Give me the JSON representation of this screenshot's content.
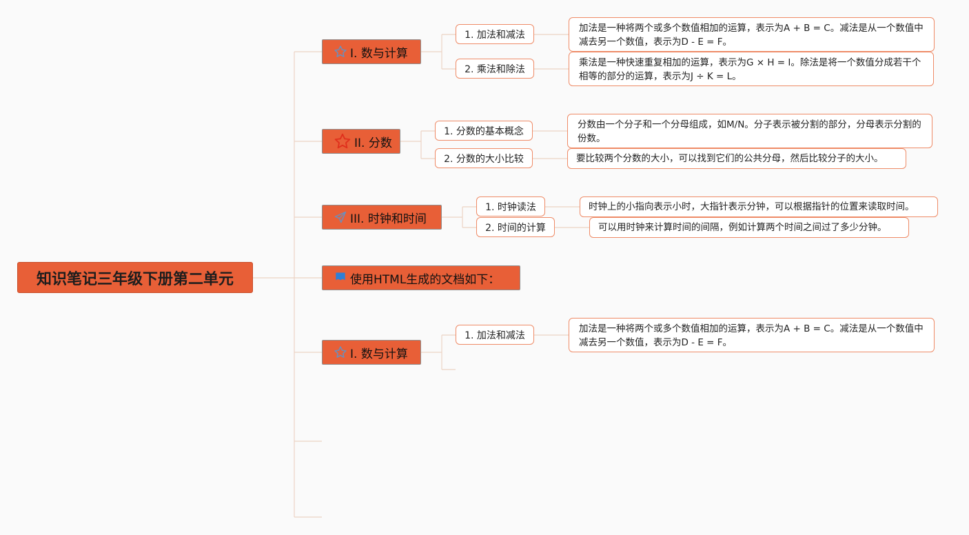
{
  "root": "知识笔记三年级下册第二单元",
  "branches": [
    {
      "icon": "star-outline-icon",
      "title": "I. 数与计算",
      "subs": [
        {
          "label": "1. 加法和减法",
          "desc": "加法是一种将两个或多个数值相加的运算，表示为A + B = C。减法是从一个数值中减去另一个数值，表示为D - E = F。"
        },
        {
          "label": "2. 乘法和除法",
          "desc": "乘法是一种快速重复相加的运算，表示为G × H = I。除法是将一个数值分成若干个相等的部分的运算，表示为J ÷ K = L。"
        }
      ]
    },
    {
      "icon": "star-red-icon",
      "title": "II. 分数",
      "subs": [
        {
          "label": "1. 分数的基本概念",
          "desc": "分数由一个分子和一个分母组成，如M/N。分子表示被分割的部分，分母表示分割的份数。"
        },
        {
          "label": "2. 分数的大小比较",
          "desc": "要比较两个分数的大小，可以找到它们的公共分母，然后比较分子的大小。"
        }
      ]
    },
    {
      "icon": "rocket-icon",
      "title": "III. 时钟和时间",
      "subs": [
        {
          "label": "1. 时钟读法",
          "desc": "时钟上的小指向表示小时，大指针表示分钟，可以根据指针的位置来读取时间。"
        },
        {
          "label": "2. 时间的计算",
          "desc": "可以用时钟来计算时间的间隔，例如计算两个时间之间过了多少分钟。"
        }
      ]
    },
    {
      "icon": "flag-icon",
      "title": "使用HTML生成的文档如下：",
      "subs": []
    },
    {
      "icon": "star-outline-icon",
      "title": "I. 数与计算",
      "subs": [
        {
          "label": "1. 加法和减法",
          "desc": "加法是一种将两个或多个数值相加的运算，表示为A + B = C。减法是从一个数值中减去另一个数值，表示为D - E = F。"
        }
      ]
    }
  ],
  "colors": {
    "accent": "#e85f37",
    "border": "#ee8a66",
    "line": "#ecd3c4",
    "background": "#fafafa"
  }
}
